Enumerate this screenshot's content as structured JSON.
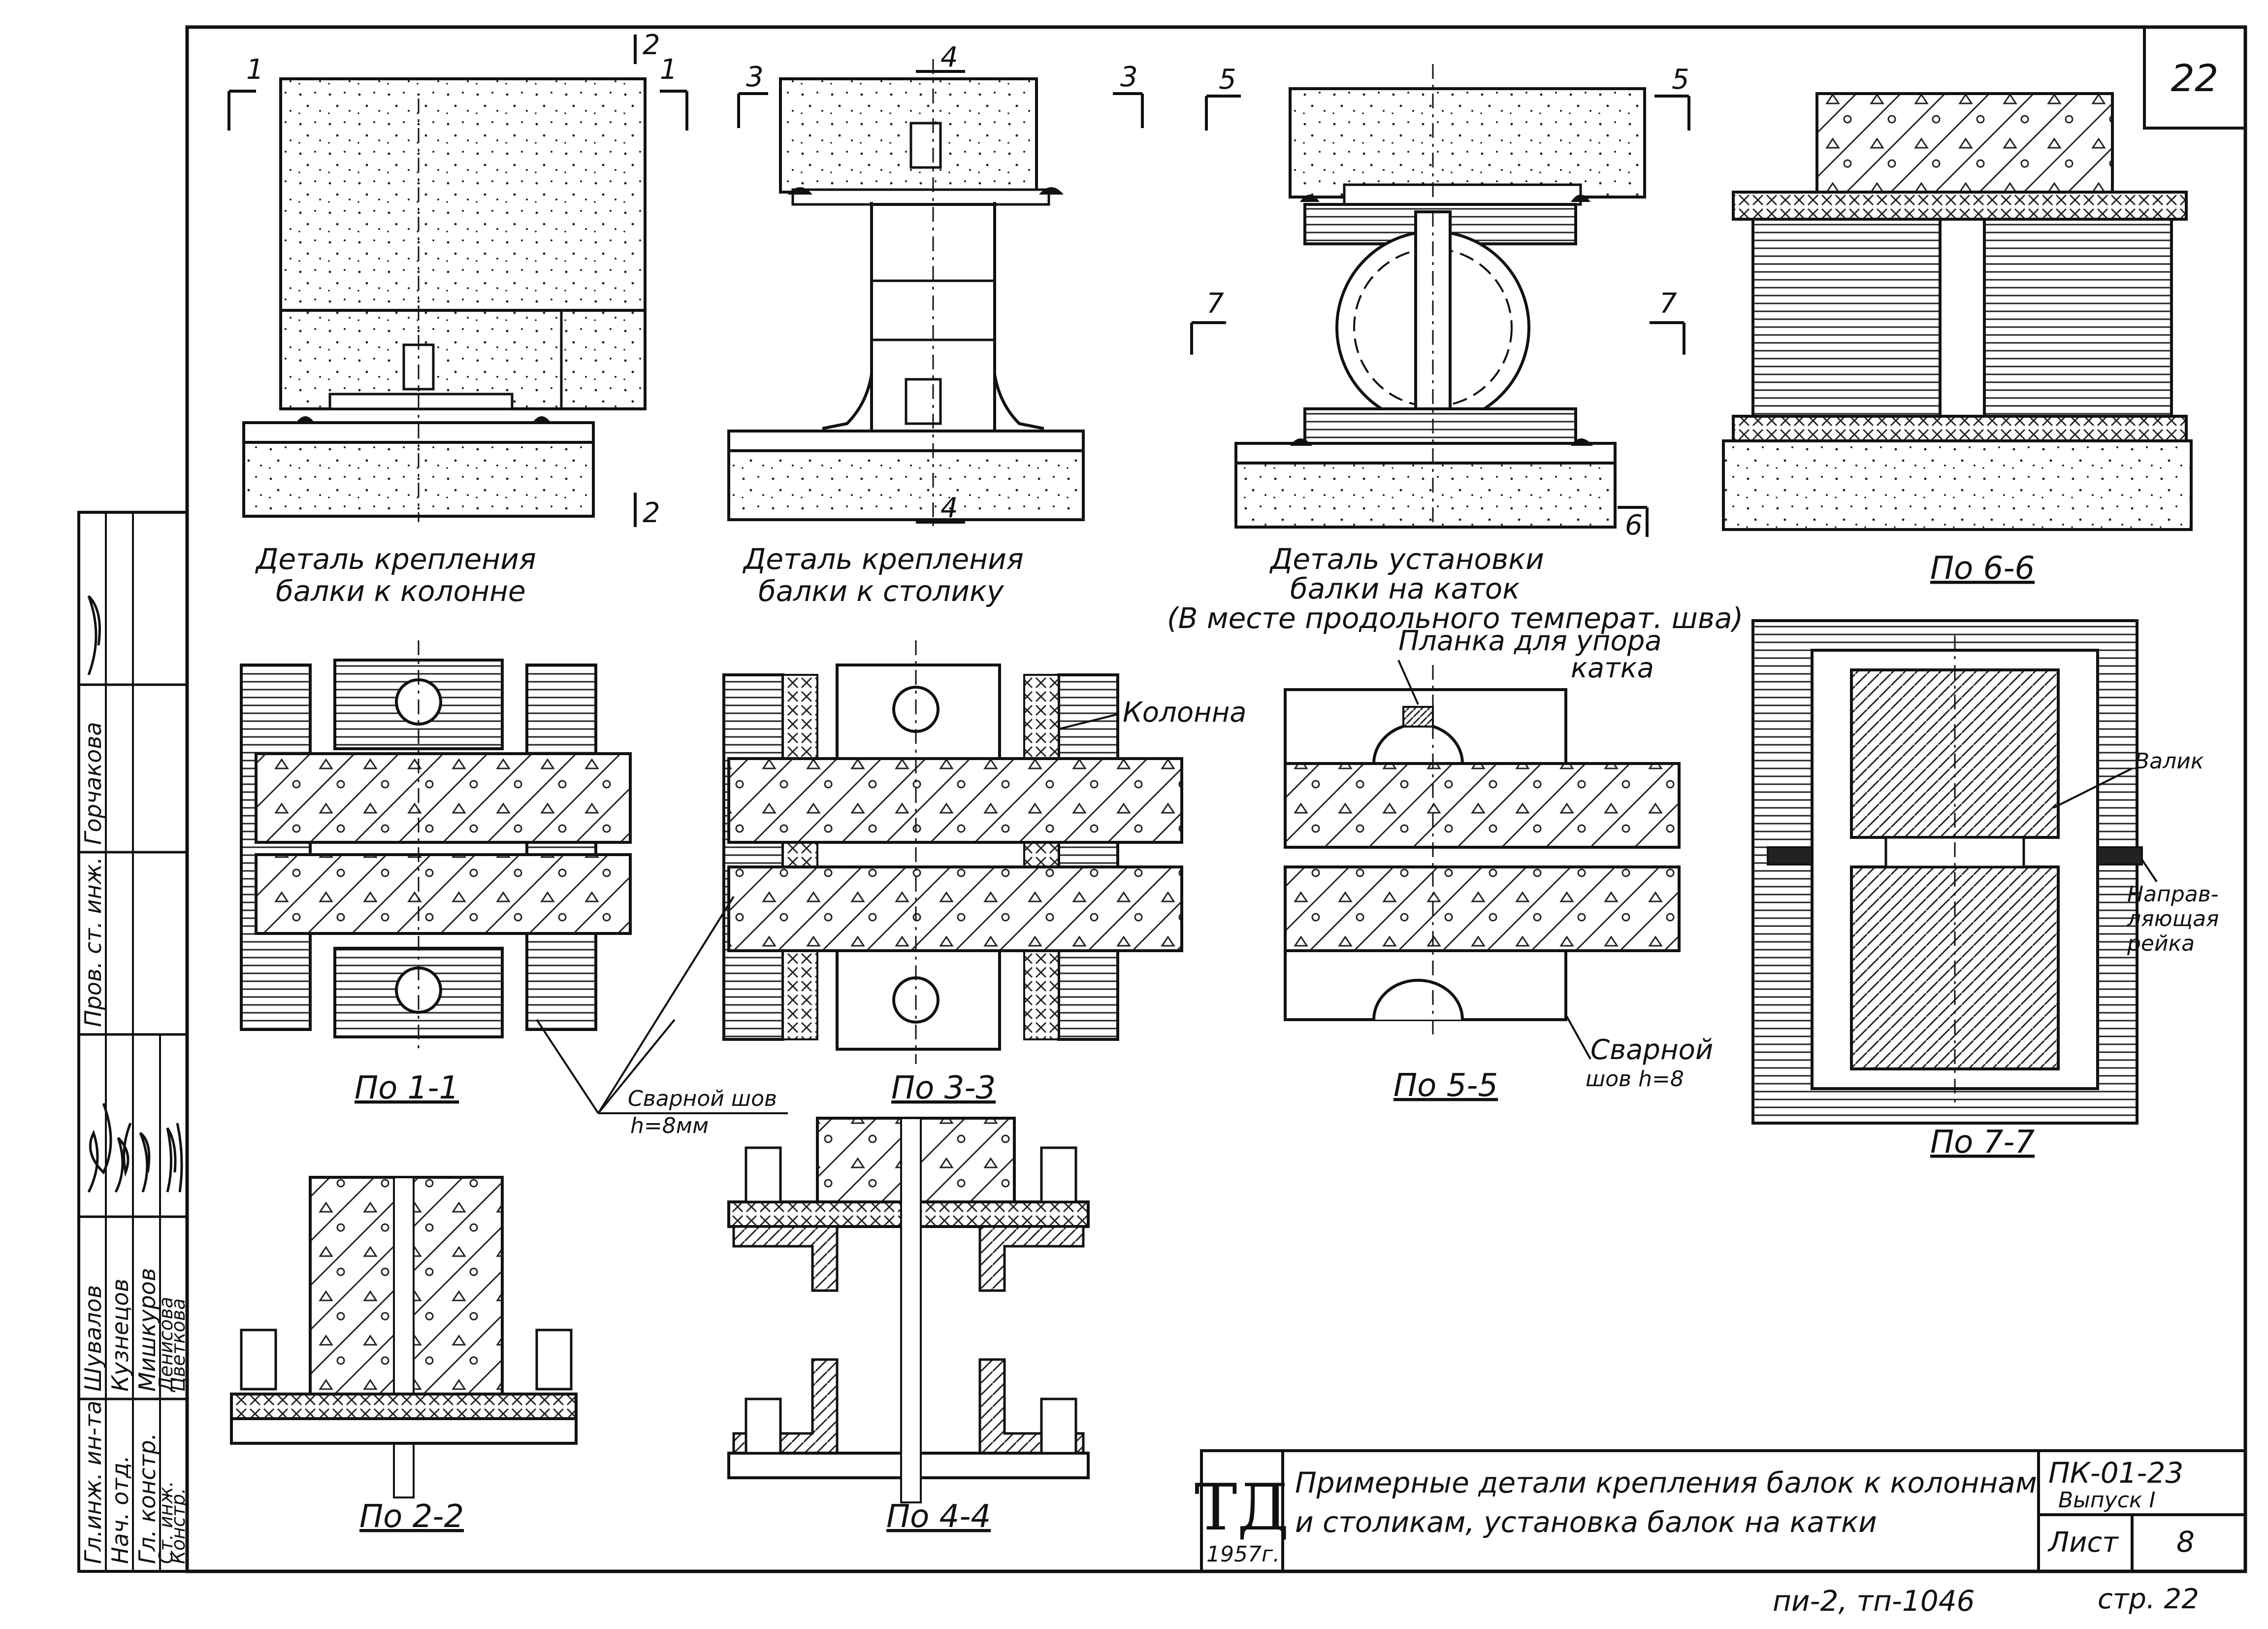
{
  "sheet": {
    "number": "22",
    "page_label": "стр. 22",
    "code": "пи-2, тп-1046"
  },
  "details": {
    "column": {
      "line1": "Деталь крепления",
      "line2": "балки к колонне"
    },
    "table": {
      "line1": "Деталь крепления",
      "line2": "балки к столику"
    },
    "roller": {
      "line1": "Деталь установки",
      "line2": "балки на каток",
      "line3": "(В месте продольного температ. шва)"
    }
  },
  "sections": {
    "s11": "По 1-1",
    "s22": "По 2-2",
    "s33": "По 3-3",
    "s44": "По 4-4",
    "s55": "По 5-5",
    "s66": "По 6-6",
    "s77": "По 7-7"
  },
  "markers": {
    "m1": "1",
    "m2": "2",
    "m3": "3",
    "m4": "4",
    "m5": "5",
    "m6": "6",
    "m7": "7"
  },
  "annotations": {
    "column": "Колонна",
    "plate_line1": "Планка для упора",
    "plate_line2": "катка",
    "weld_8mm_line1": "Сварной шов",
    "weld_8mm_line2": "h=8мм",
    "weld_h8_line1": "Сварной",
    "weld_h8_line2": "шов h=8",
    "roller_label": "Валик",
    "rail_line1": "Направ-",
    "rail_line2": "ляющая",
    "rail_line3": "рейка"
  },
  "title_block": {
    "logo": "ТД",
    "year": "1957г.",
    "title_line1": "Примерные детали крепления балок к колоннам",
    "title_line2": "и столикам, установка балок на катки",
    "series": "ПК-01-23",
    "issue": "Выпуск I",
    "sheet_label": "Лист",
    "sheet_no": "8"
  },
  "side_stamp": {
    "roles": [
      "Гл.инж. ин-та",
      "Нач. отд.",
      "Гл. констр.",
      "Ст. инж.",
      "Констр."
    ],
    "names": [
      "Шувалов",
      "Кузнецов",
      "Мишкуров",
      "Денисова",
      "Цветкова"
    ],
    "check_role": "Пров. ст. инж.",
    "check_name": "Горчакова"
  }
}
